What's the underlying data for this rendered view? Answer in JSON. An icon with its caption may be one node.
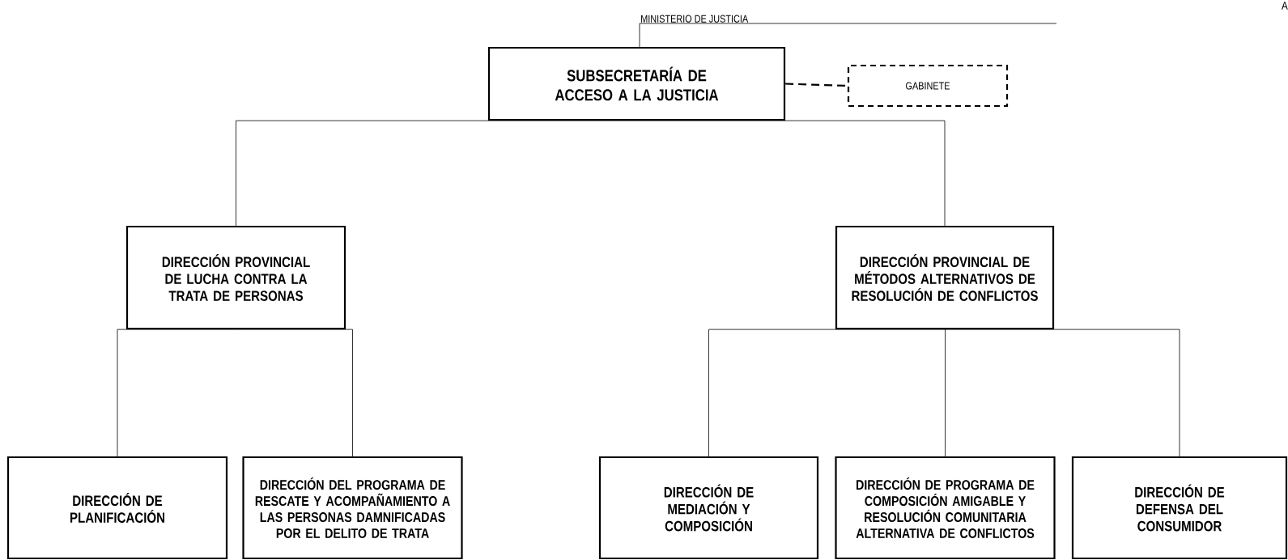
{
  "diagram": {
    "nodes": [
      {
        "text": [
          "MINISTERIO DE JUSTICIA"
        ]
      },
      {
        "text": [
          "SUBSECRETARÍA DE ACCESO A LA JUSTICIA"
        ]
      },
      {
        "text": [
          "GABINETE"
        ]
      },
      {
        "text": [
          "DIRECCIÓN PROVINCIAL DE LUCHA CONTRA LA TRATA DE PERSONAS"
        ]
      },
      {
        "text": [
          "DIRECCIÓN PROVINCIAL DE MÉTODOS ALTERNATIVOS DE RESOLUCIÓN DE CONFLICTOS"
        ]
      },
      {
        "text": [
          "DIRECCIÓN DE PLANIFICACIÓN"
        ]
      },
      {
        "text": [
          "DIRECCIÓN DEL PROGRAMA DE RESCATE Y ACOMPAÑAMIENTO A LAS PERSONAS DAMNIFICADAS POR EL DELITO DE TRATA"
        ]
      },
      {
        "text": [
          "DIRECCIÓN DE MEDIACIÓN Y COMPOSICIÓN"
        ]
      },
      {
        "text": [
          "DIRECCIÓN DE PROGRAMA DE COMPOSICIÓN AMIGABLE Y RESOLUCIÓN COMUNITARIA ALTERNATIVA DE CONFLICTOS"
        ]
      },
      {
        "text": [
          "DIRECCIÓN DE DEFENSA DEL CONSUMIDOR"
        ]
      }
    ],
    "edges": [
      {
        "from": 0,
        "to": 1,
        "arrow": "none"
      },
      {
        "from": 1,
        "to": 2,
        "arrow": "none",
        "style": "dashed"
      },
      {
        "from": 1,
        "to": 3,
        "arrow": "none"
      },
      {
        "from": 1,
        "to": 4,
        "arrow": "none"
      },
      {
        "from": 3,
        "to": 5,
        "arrow": "none"
      },
      {
        "from": 3,
        "to": 6,
        "arrow": "none"
      },
      {
        "from": 4,
        "to": 7,
        "arrow": "none"
      },
      {
        "from": 4,
        "to": 8,
        "arrow": "none"
      },
      {
        "from": 4,
        "to": 9,
        "arrow": "none"
      }
    ],
    "labels": [
      "A"
    ]
  }
}
